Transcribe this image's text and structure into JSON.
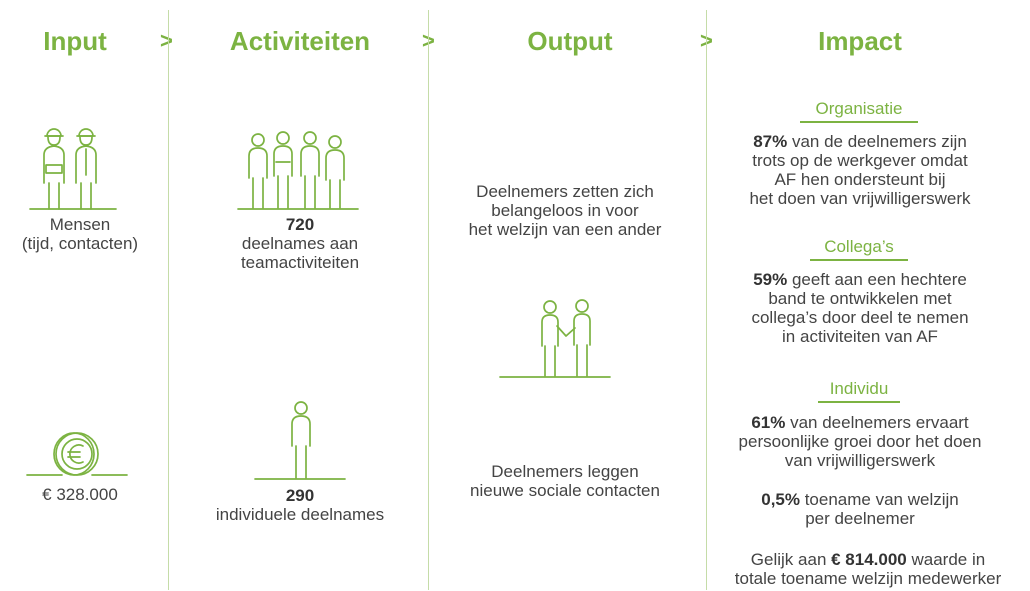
{
  "headers": {
    "input": "Input",
    "activities": "Activiteiten",
    "output": "Output",
    "impact": "Impact",
    "arrow": ">"
  },
  "input": {
    "people_line1": "Mensen",
    "people_line2": "(tijd, contacten)",
    "money": "€ 328.000"
  },
  "activities": {
    "team_count": "720",
    "team_line1": "deelnames aan",
    "team_line2": "teamactiviteiten",
    "individual_count": "290",
    "individual_label": "individuele deelnames"
  },
  "output": {
    "o1_line1": "Deelnemers zetten zich",
    "o1_line2": "belangeloos in voor",
    "o1_line3": "het welzijn van een ander",
    "o2_line1": "Deelnemers leggen",
    "o2_line2": "nieuwe sociale contacten"
  },
  "impact": {
    "org_title": "Organisatie",
    "org_pct": "87%",
    "org_line1_rest": " van de deelnemers zijn",
    "org_line2": "trots op de werkgever omdat",
    "org_line3": "AF hen ondersteunt bij",
    "org_line4": "het doen van vrijwilligerswerk",
    "col_title": "Collega’s",
    "col_pct": "59%",
    "col_line1_rest": " geeft aan een hechtere",
    "col_line2": "band te ontwikkelen met",
    "col_line3": "collega’s door deel te nemen",
    "col_line4": "in activiteiten van AF",
    "ind_title": "Individu",
    "ind_pct": "61%",
    "ind_line1_rest": " van deelnemers ervaart",
    "ind_line2": "persoonlijke groei door het doen",
    "ind_line3": "van vrijwilligerswerk",
    "wel_pct": "0,5%",
    "wel_line1_rest": " toename van welzijn",
    "wel_line2": "per deelnemer",
    "val_line1_pre": "Gelijk aan ",
    "val_amount": "€ 814.000",
    "val_line1_post": " waarde in",
    "val_line2": "totale toename welzijn medewerker"
  },
  "colors": {
    "accent": "#7cb342",
    "divider": "#c5dca8",
    "text": "#444444"
  },
  "icons": [
    "workers-icon",
    "team-icon",
    "person-icon",
    "handshake-icon",
    "euro-coin-icon"
  ]
}
